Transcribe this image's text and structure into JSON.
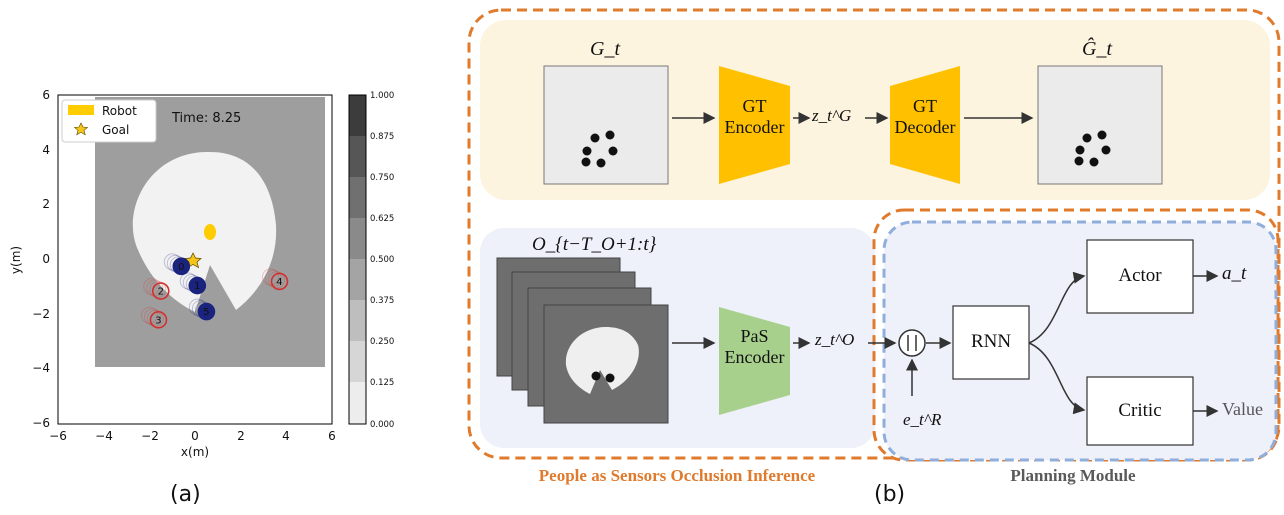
{
  "panel_a": {
    "label": "(a)",
    "time_text": "Time: 8.25",
    "legend": [
      {
        "label": "Robot",
        "color": "#FFCC00"
      },
      {
        "label": "Goal",
        "color": "#F5C518"
      }
    ],
    "xlabel": "x(m)",
    "ylabel": "y(m)",
    "x_ticks": [
      "−6",
      "−4",
      "−2",
      "0",
      "2",
      "4",
      "6"
    ],
    "y_ticks": [
      "6",
      "4",
      "2",
      "0",
      "−2",
      "−4",
      "−6"
    ],
    "colorbar_ticks": [
      "1.000",
      "0.875",
      "0.750",
      "0.625",
      "0.500",
      "0.375",
      "0.250",
      "0.125",
      "0.000"
    ],
    "humans": [
      {
        "id": "0",
        "x": -0.6,
        "y": -0.25,
        "color": "#1a237e"
      },
      {
        "id": "1",
        "x": 0.1,
        "y": -0.95,
        "color": "#1a237e"
      },
      {
        "id": "2",
        "x": -1.5,
        "y": -1.15,
        "color": "#d32f2f"
      },
      {
        "id": "3",
        "x": -1.6,
        "y": -2.2,
        "color": "#d32f2f"
      },
      {
        "id": "4",
        "x": 3.7,
        "y": -0.8,
        "color": "#d32f2f"
      },
      {
        "id": "5",
        "x": 0.5,
        "y": -1.9,
        "color": "#1a237e"
      }
    ]
  },
  "panel_b": {
    "label": "(b)",
    "gt_label": "G_t",
    "gt_hat_label": "Ĝ_t",
    "gt_encoder": [
      "GT",
      "Encoder"
    ],
    "gt_decoder": [
      "GT",
      "Decoder"
    ],
    "zg": "z_t^G",
    "obs_label": "O_{t−T_O+1:t}",
    "pas_encoder": [
      "PaS",
      "Encoder"
    ],
    "zo": "z_t^O",
    "concat": "||",
    "rnn": "RNN",
    "actor": "Actor",
    "critic": "Critic",
    "at": "a_t",
    "value": "Value",
    "er": "e_t^R",
    "caption_left": "People as Sensors Occlusion Inference",
    "caption_right": "Planning Module",
    "colors": {
      "orange": "#E07A2C",
      "blue": "#8FAEDB",
      "yellow_bg": "#FDF4E0",
      "blue_bg": "#EEF0FA",
      "encoder": "#FFC000",
      "pas": "#A8D08D"
    }
  }
}
